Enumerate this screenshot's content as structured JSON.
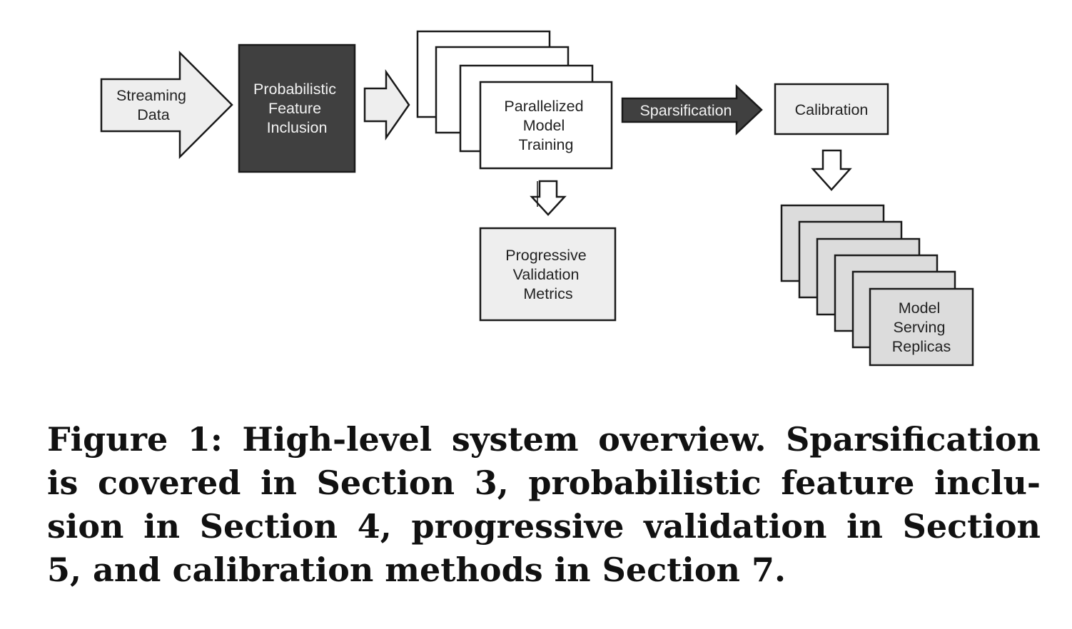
{
  "diagram": {
    "streaming_data": [
      "Streaming",
      "Data"
    ],
    "probabilistic_feature_inclusion": [
      "Probabilistic",
      "Feature",
      "Inclusion"
    ],
    "parallelized_model_training": [
      "Parallelized",
      "Model",
      "Training"
    ],
    "sparsification": "Sparsification",
    "calibration": "Calibration",
    "progressive_validation_metrics": [
      "Progressive",
      "Validation",
      "Metrics"
    ],
    "model_serving_replicas": [
      "Model",
      "Serving",
      "Replicas"
    ]
  },
  "caption": {
    "lines": [
      "Figure 1: High-level system overview. Sparsification",
      "is covered in Section 3, probabilistic feature inclu-",
      "sion in Section 4, progressive validation in Section",
      "5, and calibration methods in Section 7."
    ]
  },
  "colors": {
    "dark_fill": "#404040",
    "light_fill": "#eeeeee",
    "replica_fill": "#dcdcdc",
    "stroke": "#1a1a1a"
  }
}
